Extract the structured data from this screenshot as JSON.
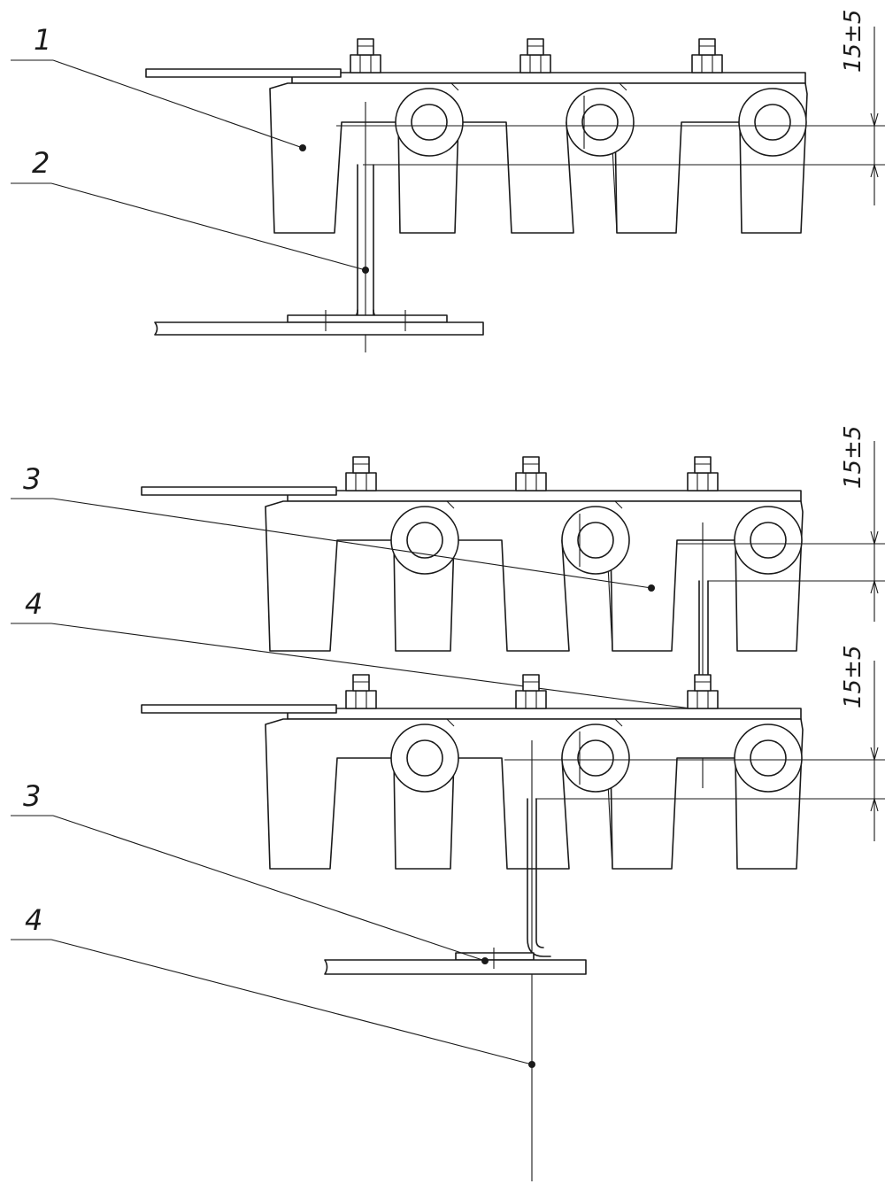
{
  "views": [
    {
      "callouts": [
        "1",
        "2"
      ],
      "dimension": "15±5"
    },
    {
      "callouts": [
        "3",
        "4"
      ],
      "dimension": "15±5"
    },
    {
      "callouts": [
        "3",
        "4"
      ],
      "dimension": "15±5"
    }
  ],
  "colors": {
    "ink": "#1a1a1a",
    "paper": "#ffffff"
  }
}
